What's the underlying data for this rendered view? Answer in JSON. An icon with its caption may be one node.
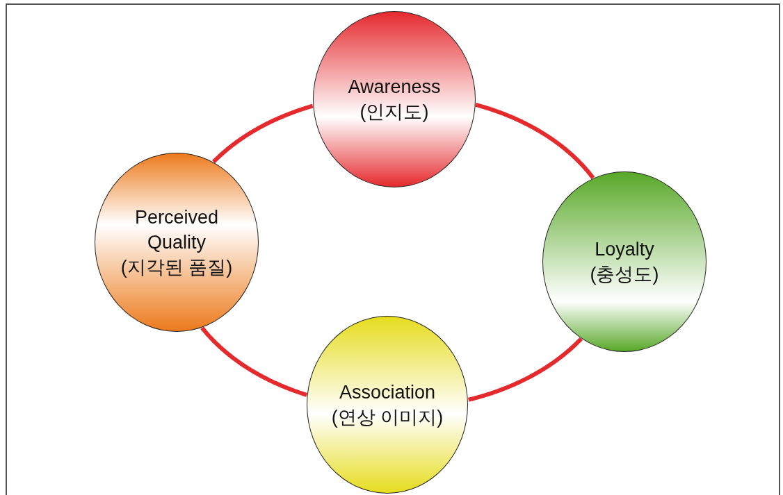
{
  "diagram": {
    "nodes": [
      {
        "text": [
          "Awareness",
          "(인지도)"
        ]
      },
      {
        "text": [
          "Perceived Quality",
          "(지각된 품질)"
        ]
      },
      {
        "text": [
          "Loyalty",
          "(충성도)"
        ]
      },
      {
        "text": [
          "Association",
          "(연상 이미지)"
        ]
      }
    ],
    "edges": [
      {
        "from": 1,
        "to": 0,
        "arrow": "none"
      },
      {
        "from": 0,
        "to": 2,
        "arrow": "none"
      },
      {
        "from": 2,
        "to": 3,
        "arrow": "none"
      },
      {
        "from": 3,
        "to": 1,
        "arrow": "none"
      }
    ]
  }
}
